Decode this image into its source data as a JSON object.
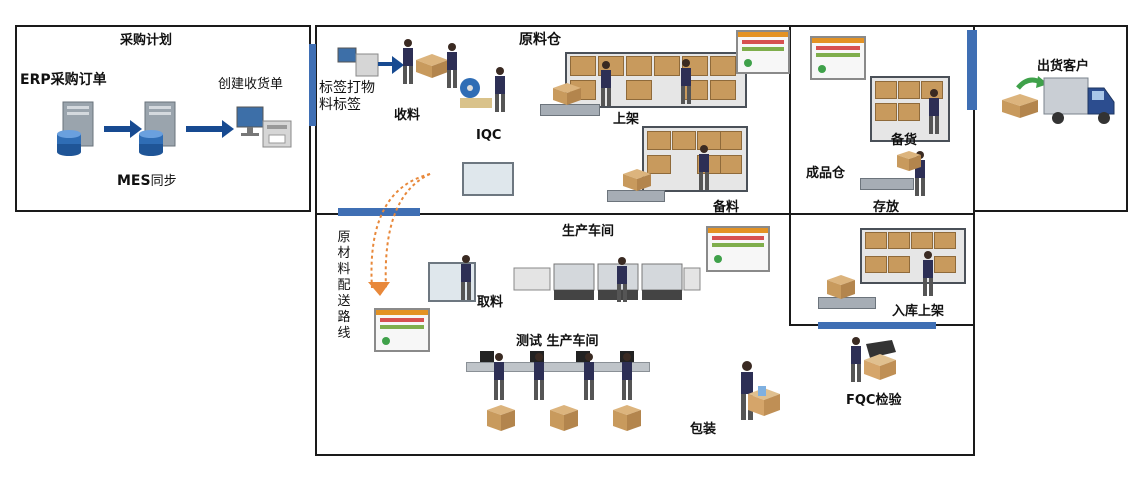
{
  "sections": {
    "purchase_plan": "采购计划",
    "raw_warehouse": "原料仓",
    "finished_warehouse": "成品仓",
    "ship_customer": "出货客户",
    "production_workshop": "生产车间",
    "test_workshop": "测试 生产车间"
  },
  "labels": {
    "erp_order": "ERP采购订单",
    "mes_sync_bold": "MES",
    "mes_sync_rest": "同步",
    "create_receipt": "创建收货单",
    "label_print": "标签打物料标签",
    "receive": "收料",
    "iqc": "IQC",
    "shelve": "上架",
    "prepare_material": "备料",
    "prepare_goods": "备货",
    "store": "存放",
    "take_material": "取料",
    "inbound_shelve": "入库上架",
    "fqc": "FQC检验",
    "pack": "包装",
    "delivery_route": "原材料配送路线"
  },
  "colors": {
    "accent_blue": "#3f6fb4",
    "arrow_blue": "#174a91",
    "route_orange": "#e8883a",
    "crate": "#c89a5d"
  }
}
